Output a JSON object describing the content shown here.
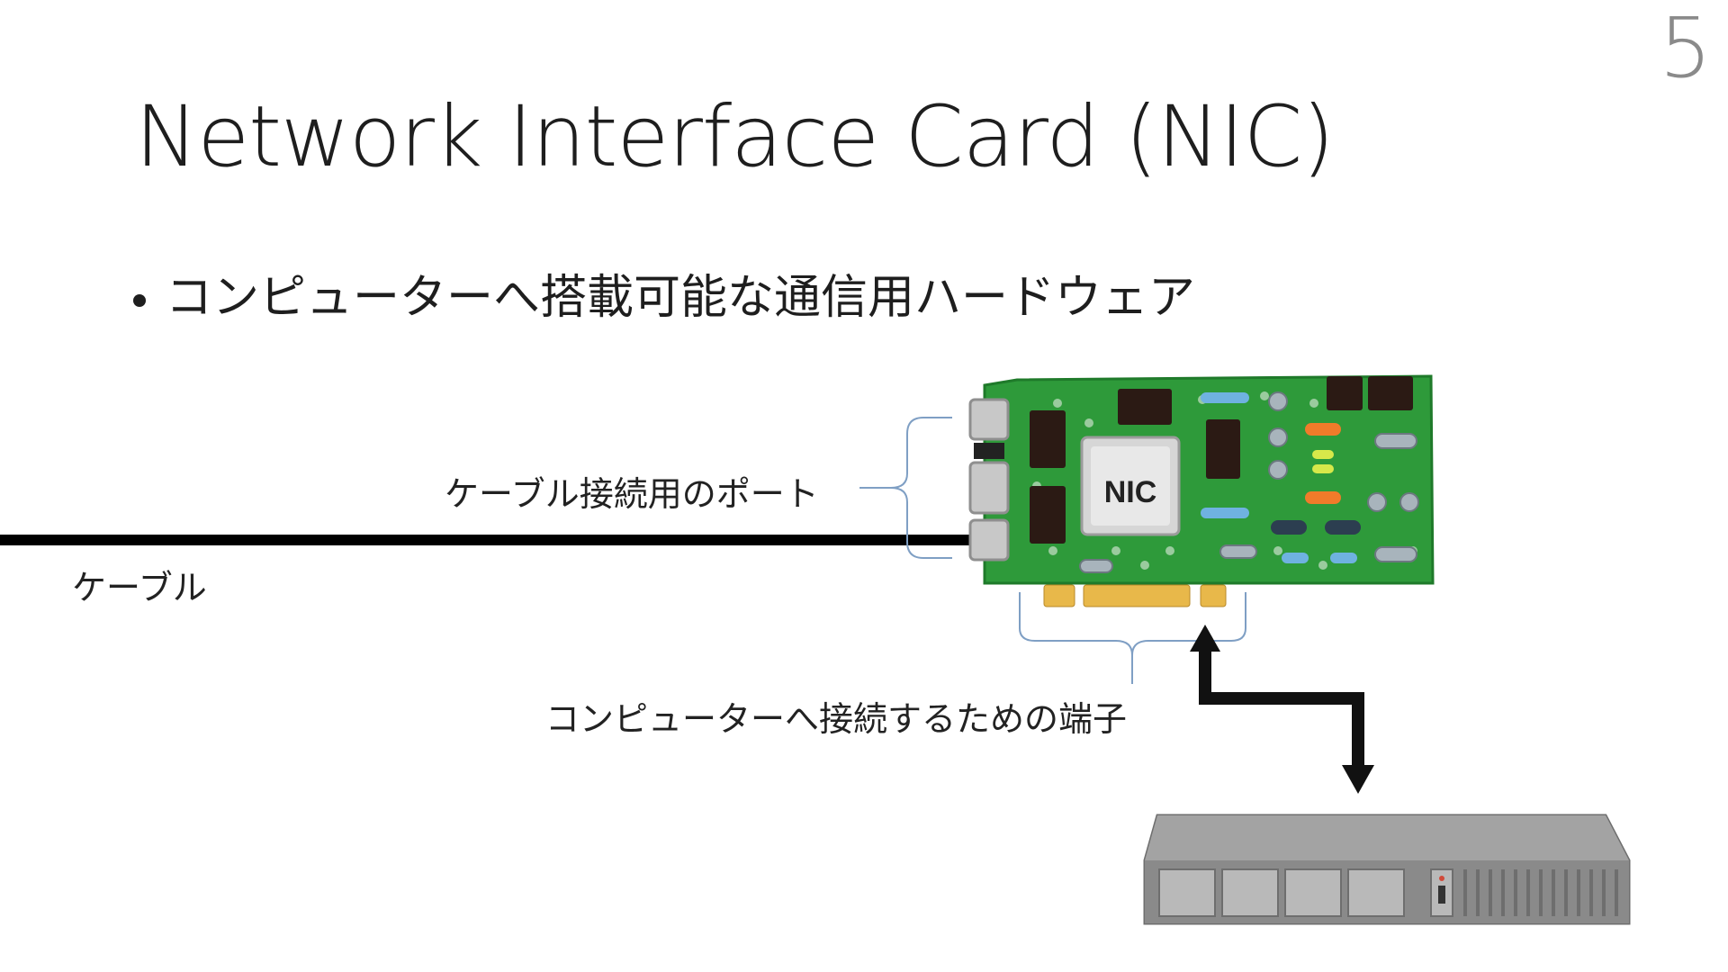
{
  "slide": {
    "number": "5",
    "title": "Network Interface Card (NIC)",
    "bullet": "コンピューターへ搭載可能な通信用ハードウェア"
  },
  "diagram": {
    "card_chip_label": "NIC",
    "port_label": "ケーブル接続用のポート",
    "cable_label": "ケーブル",
    "terminal_label": "コンピューターへ接続するための端子"
  },
  "colors": {
    "pcb": "#2e9a3a",
    "pcb_dark": "#1f7a2a",
    "gold": "#e8b84a",
    "bracket": "#7f9fc4",
    "cable": "#000000",
    "server": "#8e8e8e"
  }
}
